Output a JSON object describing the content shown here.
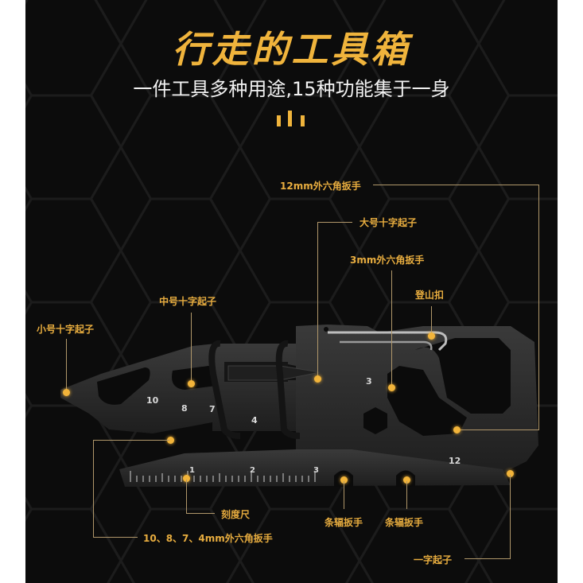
{
  "header": {
    "title": "行走的工具箱",
    "subtitle": "一件工具多种用途,15种功能集于一身"
  },
  "colors": {
    "accent": "#f0b43c",
    "background": "#0c0c0c",
    "leader_line": "#b0976a",
    "tool_body": "#2a2a2a"
  },
  "callouts": {
    "hex12": "12mm外六角扳手",
    "large_phillips": "大号十字起子",
    "hex3": "3mm外六角扳手",
    "carabiner": "登山扣",
    "medium_phillips": "中号十字起子",
    "small_phillips": "小号十字起子",
    "ruler": "刻度尺",
    "spoke1": "条辐扳手",
    "spoke2": "条辐扳手",
    "hex_multi": "10、8、7、4mm外六角扳手",
    "flat_screwdriver": "一字起子"
  },
  "tool_markings": {
    "n10": "10",
    "n8": "8",
    "n7": "7",
    "n4": "4",
    "n3": "3",
    "n12": "12",
    "ruler_1": "1",
    "ruler_2": "2",
    "ruler_3": "3"
  }
}
